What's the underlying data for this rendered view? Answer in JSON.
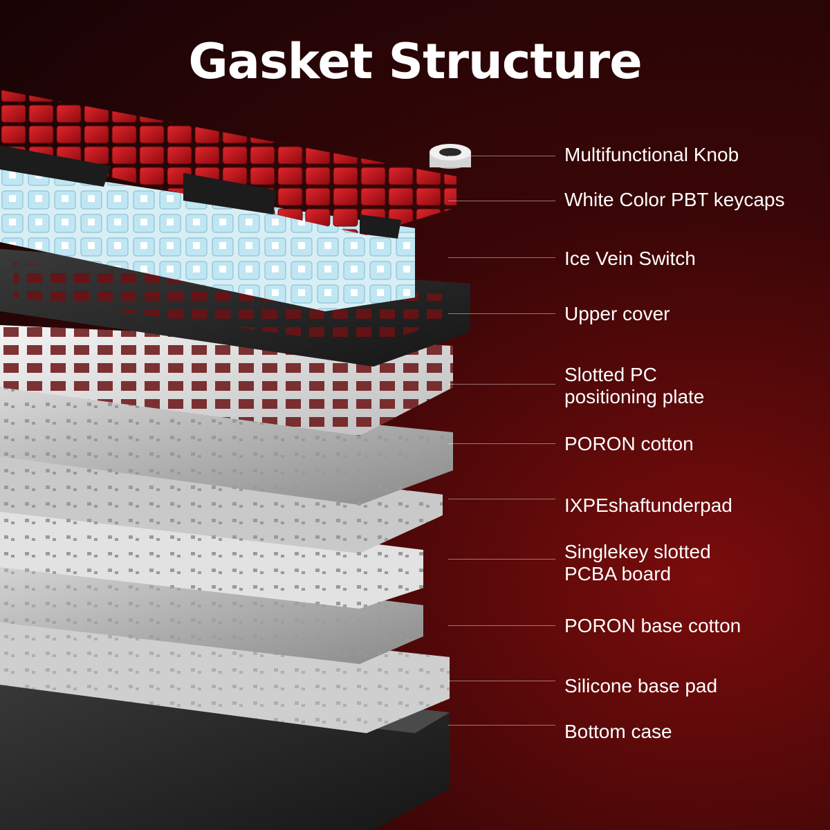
{
  "title": "Gasket Structure",
  "colors": {
    "background": "#2a0506",
    "keycap_red": "#c8141a",
    "keycap_black": "#1c1c1c",
    "switch_blue": "#a8dcec",
    "plate_white": "#e8e8e8",
    "case_dark": "#2b2b2b",
    "label": "#ffffff"
  },
  "layers": [
    {
      "lines": [
        "Multifunctional Knob"
      ]
    },
    {
      "lines": [
        "White Color PBT keycaps"
      ]
    },
    {
      "lines": [
        "Ice Vein Switch"
      ]
    },
    {
      "lines": [
        "Upper cover"
      ]
    },
    {
      "lines": [
        "Slotted PC",
        "positioning plate"
      ]
    },
    {
      "lines": [
        "PORON cotton"
      ]
    },
    {
      "lines": [
        "IXPEshaftunderpad"
      ]
    },
    {
      "lines": [
        "Singlekey slotted",
        "PCBA board"
      ]
    },
    {
      "lines": [
        "PORON base cotton"
      ]
    },
    {
      "lines": [
        "Silicone base pad"
      ]
    },
    {
      "lines": [
        "Bottom case"
      ]
    }
  ]
}
